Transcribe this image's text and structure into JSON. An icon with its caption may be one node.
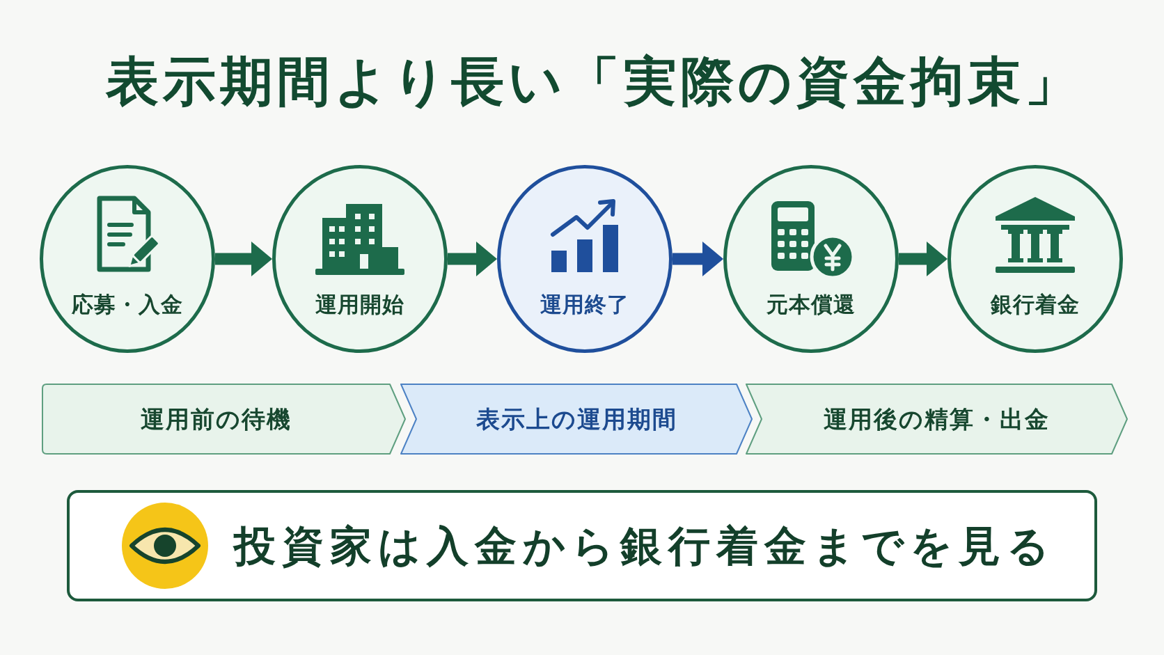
{
  "diagram": {
    "title": "表示期間より長い「実際の資金拘束」",
    "nodes": [
      {
        "text": [
          "応募・入金"
        ]
      },
      {
        "text": [
          "運用開始"
        ]
      },
      {
        "text": [
          "運用終了"
        ]
      },
      {
        "text": [
          "元本償還"
        ]
      },
      {
        "text": [
          "銀行着金"
        ]
      },
      {
        "text": [
          "運用前の待機"
        ]
      },
      {
        "text": [
          "表示上の運用期間"
        ]
      },
      {
        "text": [
          "運用後の精算・出金"
        ]
      },
      {
        "text": [
          "投資家は入金から銀行着金までを見る"
        ]
      }
    ],
    "edges": [
      {
        "from": 0,
        "to": 1,
        "arrow": "to"
      },
      {
        "from": 1,
        "to": 2,
        "arrow": "to"
      },
      {
        "from": 2,
        "to": 3,
        "arrow": "to",
        "color": "#1f4f9c"
      },
      {
        "from": 3,
        "to": 4,
        "arrow": "to"
      }
    ]
  }
}
